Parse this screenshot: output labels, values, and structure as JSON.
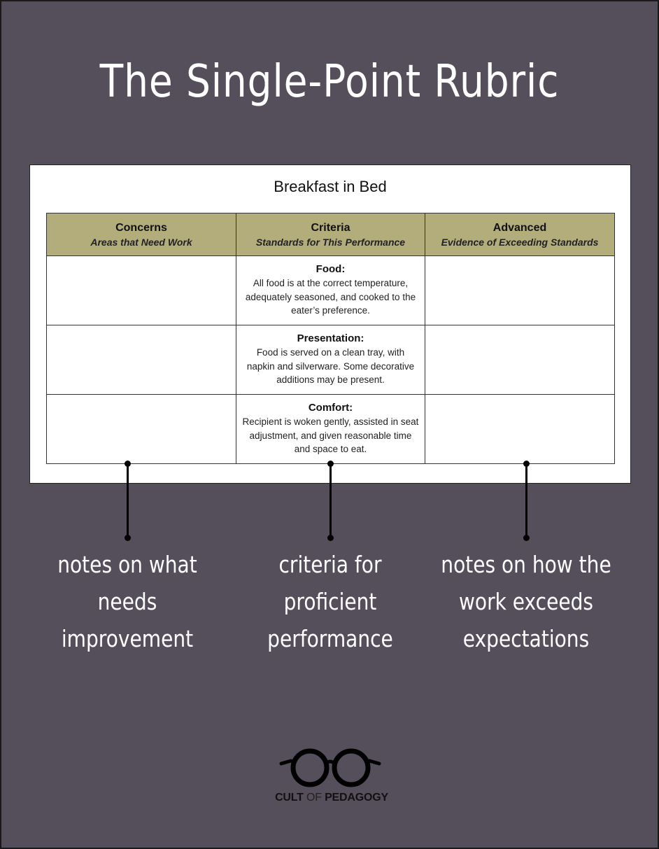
{
  "title": "The Single-Point Rubric",
  "rubric": {
    "title": "Breakfast in Bed",
    "columns": [
      {
        "label": "Concerns",
        "subtitle": "Areas that Need Work"
      },
      {
        "label": "Criteria",
        "subtitle": "Standards for This Performance"
      },
      {
        "label": "Advanced",
        "subtitle": "Evidence of Exceeding Standards"
      }
    ],
    "rows": [
      {
        "criterion": "Food:",
        "description": "All food is at the correct temperature, adequately seasoned, and cooked to the eater’s preference."
      },
      {
        "criterion": "Presentation:",
        "description": "Food is served on a clean tray, with napkin and silverware. Some decorative additions may be present."
      },
      {
        "criterion": "Comfort:",
        "description": "Recipient is woken gently, assisted in seat adjustment, and given reasonable time and space to eat."
      }
    ]
  },
  "captions": {
    "left": "notes on what needs improvement",
    "center": "criteria for proficient performance",
    "right": "notes on how the work exceeds expectations"
  },
  "logo": {
    "icon": "glasses-icon",
    "text_part1": "CULT",
    "text_part2": "OF",
    "text_part3": "PEDAGOGY"
  },
  "colors": {
    "background": "#554f5b",
    "header_fill": "#b3ac7b",
    "text_light": "#ffffff"
  }
}
